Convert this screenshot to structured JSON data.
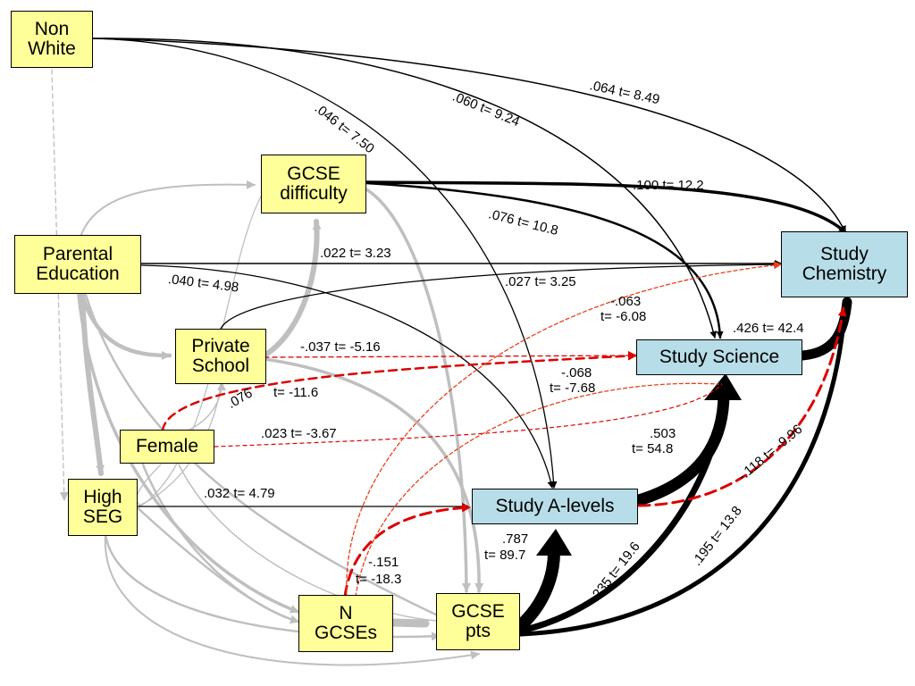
{
  "nodes": {
    "non_white": "Non\nWhite",
    "parental_education": "Parental\nEducation",
    "gcse_difficulty": "GCSE\ndifficulty",
    "private_school": "Private\nSchool",
    "female": "Female",
    "high_seg": "High\nSEG",
    "study_chemistry": "Study\nChemistry",
    "study_science": "Study Science",
    "study_alevels": "Study A-levels",
    "n_gcses": "N\nGCSEs",
    "gcse_pts": "GCSE\npts"
  },
  "edge_labels": {
    "nw_chem": ".064 t= 8.49",
    "nw_sci": ".060 t= 9.24",
    "nw_alev": ".046 t= 7.50",
    "diff_chem": ".100 t= 12.2",
    "diff_sci": ".076 t= 10.8",
    "pe_chem": ".022 t= 3.23",
    "pe_alev": ".040 t= 4.98",
    "priv_chem": ".027 t= 3.25",
    "nq_chem_a": "-.063",
    "nq_chem_b": "t= -6.08",
    "sci_chem": ".426 t= 42.4",
    "priv_sci": "-.037 t= -5.16",
    "fem_sci_a": "-.068",
    "fem_sci_b": "t= -7.68",
    "fem_priv_a": ".076",
    "fem_priv_b": "t= -11.6",
    "fem_sci2": ".023 t= -3.67",
    "alev_sci_a": ".503",
    "alev_sci_b": "t= 54.8",
    "alev_chem": "-.118 t= -9.96",
    "seg_alev": ".032 t= 4.79",
    "pts_alev_a": ".787",
    "pts_alev_b": "t= 89.7",
    "n_alev_a": "-.151",
    "n_alev_b": "t= -18.3",
    "pts_sci": ".235 t= 19.6",
    "pts_chem": ".195 t= 13.8"
  },
  "colors": {
    "node_yellow": "#ffff99",
    "node_blue": "#b7dde8",
    "positive_path": "#000000",
    "negative_path": "#dd0000",
    "control_path": "#bfbfbf"
  }
}
